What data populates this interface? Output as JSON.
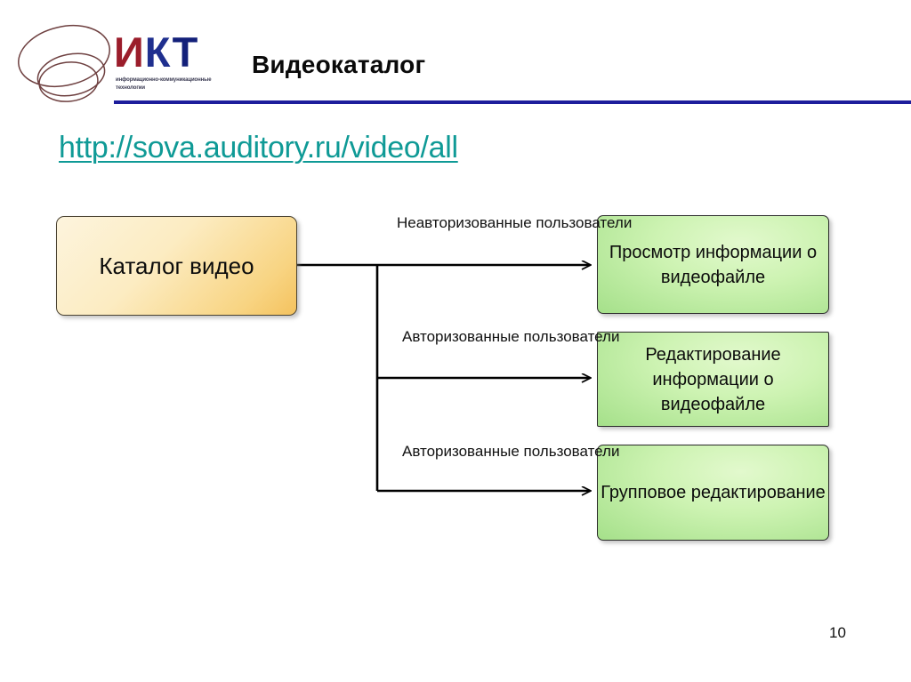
{
  "slide": {
    "page_number": "10",
    "background": "#ffffff"
  },
  "header": {
    "logo": {
      "mark_name": "three-ellipses-logo",
      "wordmark_letters": [
        "И",
        "К",
        "Т"
      ],
      "wordmark": "ИКТ",
      "tagline": "информационно-коммуникационные технологии",
      "color_i": "#9b1d2b",
      "color_k": "#1f2f8f",
      "color_t": "#13207a",
      "mark_stroke": "#6e4040"
    },
    "title": "Видеокаталог",
    "rule_color": "#1d1d9c"
  },
  "url": {
    "text": "http://sova.auditory.ru/video/all",
    "color": "#0f9a96"
  },
  "diagram": {
    "source_node": {
      "id": "catalog",
      "label": "Каталог видео",
      "fill_from": "#fdf4dd",
      "fill_to": "#f4c25e",
      "border": "#4b4332"
    },
    "targets": [
      {
        "id": "view",
        "label": "Просмотр информации о видеофайле",
        "edge_label": "Неавторизованные пользователи",
        "fill_from": "#e2f9cd",
        "fill_to": "#a5e08a",
        "border": "#2b2b2b"
      },
      {
        "id": "edit",
        "label": "Редактирование информации о видеофайле",
        "edge_label": "Авторизованные пользователи",
        "fill_from": "#e2f9cd",
        "fill_to": "#a5e08a",
        "border": "#2b2b2b"
      },
      {
        "id": "bulk",
        "label": "Групповое редактирование",
        "edge_label": "Авторизованные пользователи",
        "fill_from": "#e2f9cd",
        "fill_to": "#a5e08a",
        "border": "#2b2b2b"
      }
    ],
    "connector_color": "#000000"
  }
}
